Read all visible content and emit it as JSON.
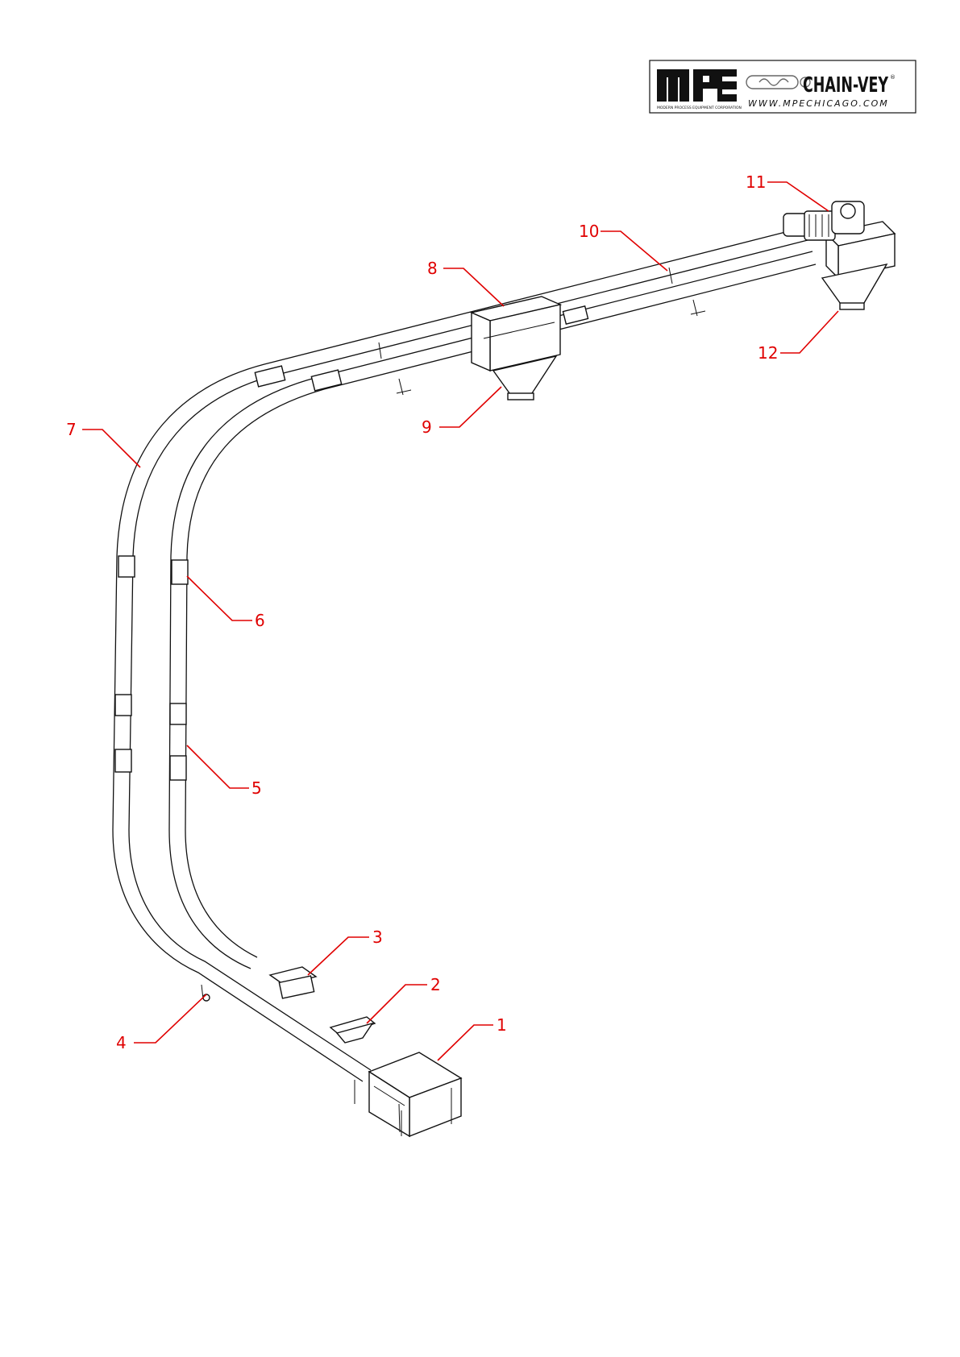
{
  "logo": {
    "brand_mark": "MPE",
    "company_line": "MODERN PROCESS EQUIPMENT CORPORATION",
    "product": "CHAIN-VEY",
    "trademark": "®",
    "website": "WWW.MPECHICAGO.COM"
  },
  "callouts": [
    {
      "id": "1",
      "label": "1"
    },
    {
      "id": "2",
      "label": "2"
    },
    {
      "id": "3",
      "label": "3"
    },
    {
      "id": "4",
      "label": "4"
    },
    {
      "id": "5",
      "label": "5"
    },
    {
      "id": "6",
      "label": "6"
    },
    {
      "id": "7",
      "label": "7"
    },
    {
      "id": "8",
      "label": "8"
    },
    {
      "id": "9",
      "label": "9"
    },
    {
      "id": "10",
      "label": "10"
    },
    {
      "id": "11",
      "label": "11"
    },
    {
      "id": "12",
      "label": "12"
    }
  ],
  "colors": {
    "callout": "#e00000",
    "line": "#111111",
    "background": "#ffffff"
  }
}
